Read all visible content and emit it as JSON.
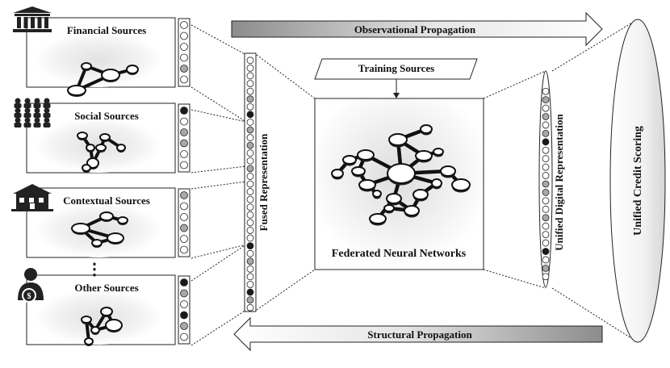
{
  "sources": [
    {
      "label": "Financial Sources",
      "icon": "bank-icon"
    },
    {
      "label": "Social Sources",
      "icon": "people-group-icon"
    },
    {
      "label": "Contextual Sources",
      "icon": "house-icon"
    },
    {
      "label": "Other Sources",
      "icon": "person-dollar-icon"
    }
  ],
  "ellipsis": "⋮",
  "fused_label": "Fused Representation",
  "training_label": "Training Sources",
  "fnn_label": "Federated Neural Networks",
  "unified_label": "Unified Digital Representation",
  "scoring_label": "Unified Credit Scoring",
  "top_arrow_label": "Observational Propagation",
  "bottom_arrow_label": "Structural Propagation",
  "colors": {
    "white": "#ffffff",
    "gray": "#a8a8a8",
    "black": "#1a1a1a",
    "stroke": "#222222"
  },
  "source_vectors": [
    [
      "white",
      "white",
      "white",
      "white",
      "gray",
      "white"
    ],
    [
      "black",
      "white",
      "gray",
      "gray",
      "white",
      "white"
    ],
    [
      "gray",
      "white",
      "white",
      "gray",
      "white",
      "white"
    ],
    [
      "black",
      "gray",
      "white",
      "black",
      "gray",
      "white"
    ]
  ],
  "fused_vector": [
    "white",
    "white",
    "white",
    "white",
    "white",
    "gray",
    "white",
    "black",
    "white",
    "gray",
    "white",
    "gray",
    "white",
    "white",
    "gray",
    "white",
    "white",
    "white",
    "white",
    "white",
    "white",
    "white",
    "white",
    "white",
    "black",
    "white",
    "gray",
    "white",
    "white",
    "white",
    "black",
    "gray",
    "white"
  ],
  "unified_vector": [
    "white",
    "gray",
    "white",
    "gray",
    "white",
    "gray",
    "black",
    "white",
    "white",
    "white",
    "white",
    "gray",
    "gray",
    "white",
    "white",
    "gray",
    "white",
    "white",
    "white",
    "black",
    "white",
    "gray",
    "white"
  ]
}
